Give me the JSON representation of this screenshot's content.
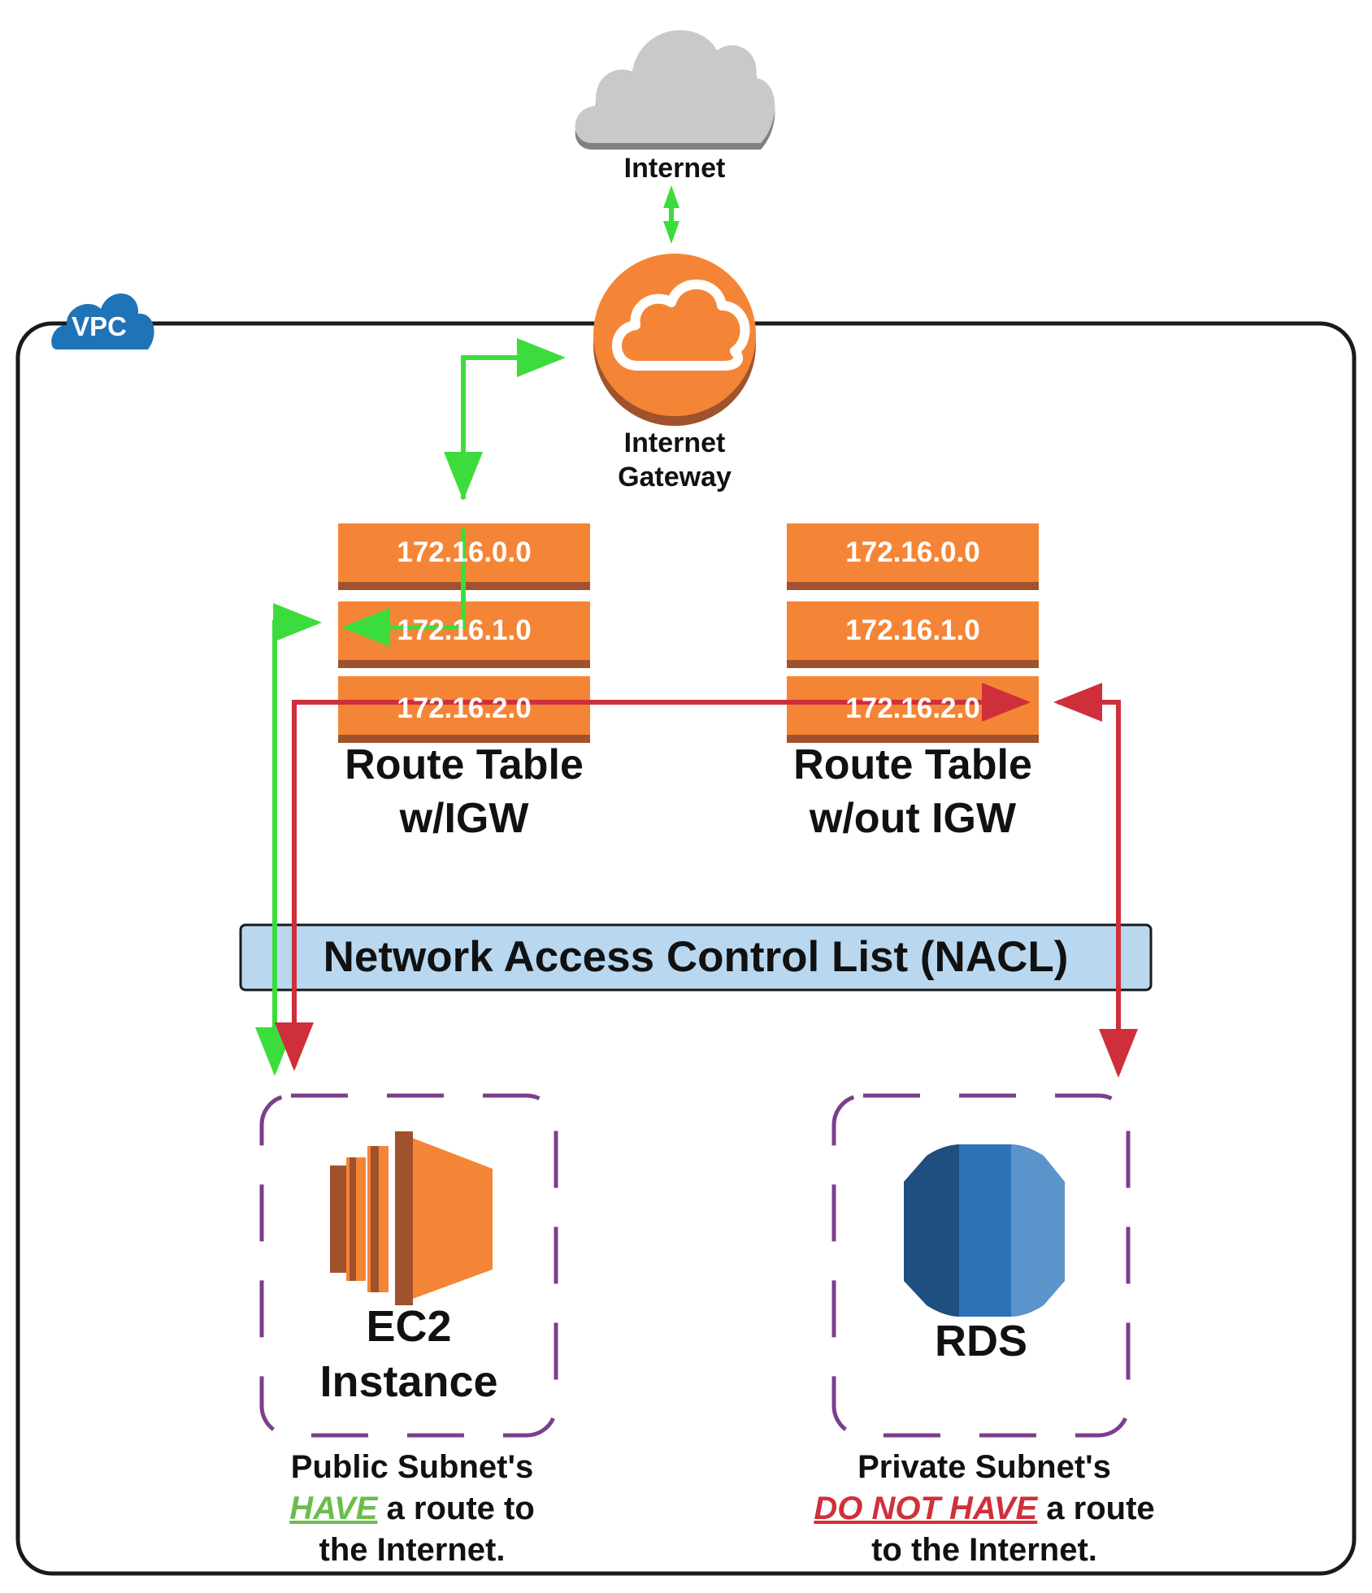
{
  "internet": {
    "label": "Internet"
  },
  "igw": {
    "label_line1": "Internet",
    "label_line2": "Gateway"
  },
  "vpc": {
    "badge": "VPC"
  },
  "route_table_igw": {
    "routes": [
      "172.16.0.0",
      "172.16.1.0",
      "172.16.2.0"
    ],
    "label_line1": "Route Table",
    "label_line2": "w/IGW"
  },
  "route_table_no_igw": {
    "routes": [
      "172.16.0.0",
      "172.16.1.0",
      "172.16.2.0"
    ],
    "label_line1": "Route Table",
    "label_line2": "w/out IGW"
  },
  "nacl": {
    "label": "Network Access Control List (NACL)"
  },
  "public_subnet": {
    "resource_line1": "EC2",
    "resource_line2": "Instance",
    "caption_line1": "Public Subnet's",
    "caption_emphasis": "HAVE",
    "caption_rest": " a route to",
    "caption_line3": "the Internet."
  },
  "private_subnet": {
    "resource": "RDS",
    "caption_line1": "Private Subnet's",
    "caption_emphasis": "DO NOT HAVE",
    "caption_rest": " a route",
    "caption_line3": "to the Internet."
  },
  "colors": {
    "aws_orange": "#f58536",
    "aws_orange_dark": "#a0522d",
    "green_path": "#3ddc3d",
    "red_path": "#cf2f3a",
    "subnet_border": "#7b3f8e",
    "nacl_fill": "#b9d8f0",
    "vpc_blue": "#1f73b7",
    "rds_blue": "#2e73b8"
  },
  "icons": [
    "internet-cloud-icon",
    "internet-gateway-icon",
    "vpc-cloud-icon",
    "ec2-icon",
    "rds-icon"
  ]
}
